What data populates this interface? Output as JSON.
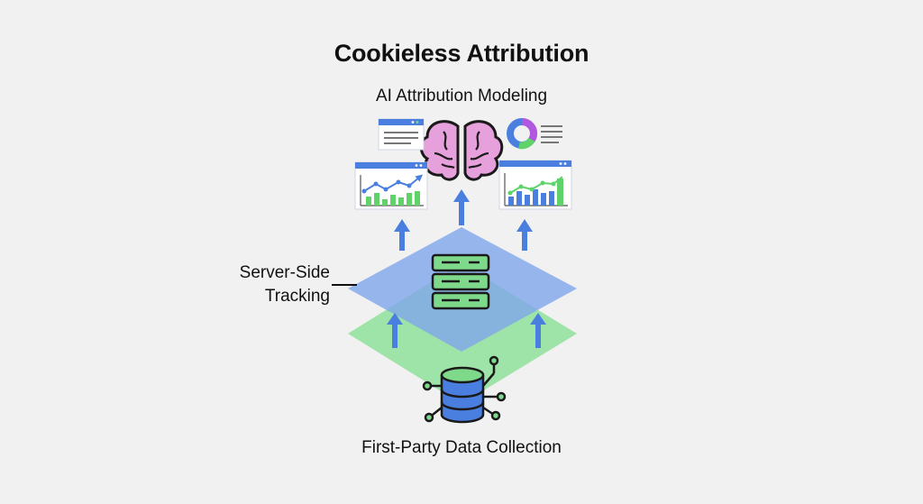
{
  "title": "Cookieless Attribution",
  "layers": {
    "top": "AI Attribution Modeling",
    "middle_line1": "Server-Side",
    "middle_line2": "Tracking",
    "bottom": "First-Party Data Collection"
  },
  "colors": {
    "background": "#f1f1f1",
    "green_layer": "#8fe09a",
    "blue_layer": "#7fa6ec",
    "arrow": "#4a7fe0",
    "brain": "#e6a0dc",
    "chart_green": "#5fd36a",
    "chart_blue": "#4a7fe0",
    "donut_purple": "#b257e0"
  },
  "icons": [
    "brain-icon",
    "server-rack-icon",
    "database-icon",
    "line-chart-icon",
    "bar-chart-icon",
    "donut-chart-icon",
    "document-window-icon"
  ]
}
